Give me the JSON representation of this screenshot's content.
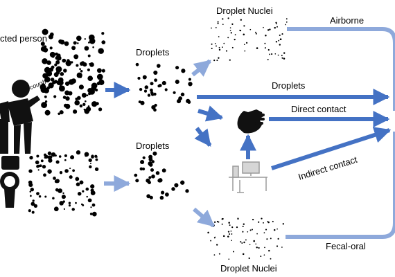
{
  "labels": {
    "infected_person": "cted person",
    "cough": "cough",
    "droplets_top": "Droplets",
    "droplets_bottom": "Droplets",
    "droplet_nuclei_top": "Droplet Nuclei",
    "droplet_nuclei_bottom": "Droplet Nuclei"
  },
  "routes": {
    "airborne": "Airborne",
    "droplets": "Droplets",
    "direct_contact": "Direct contact",
    "indirect_contact": "Indirect contact",
    "fecal_oral": "Fecal-oral"
  },
  "colors": {
    "arrow_dark": "#4472C4",
    "arrow_light": "#8EA9DB",
    "text": "#000000",
    "icon": "#111111",
    "desk_icon": "#9a9a9a"
  },
  "icons": [
    "coughing-person-icon",
    "toilet-icon",
    "hand-icon",
    "desk-computer-icon"
  ]
}
